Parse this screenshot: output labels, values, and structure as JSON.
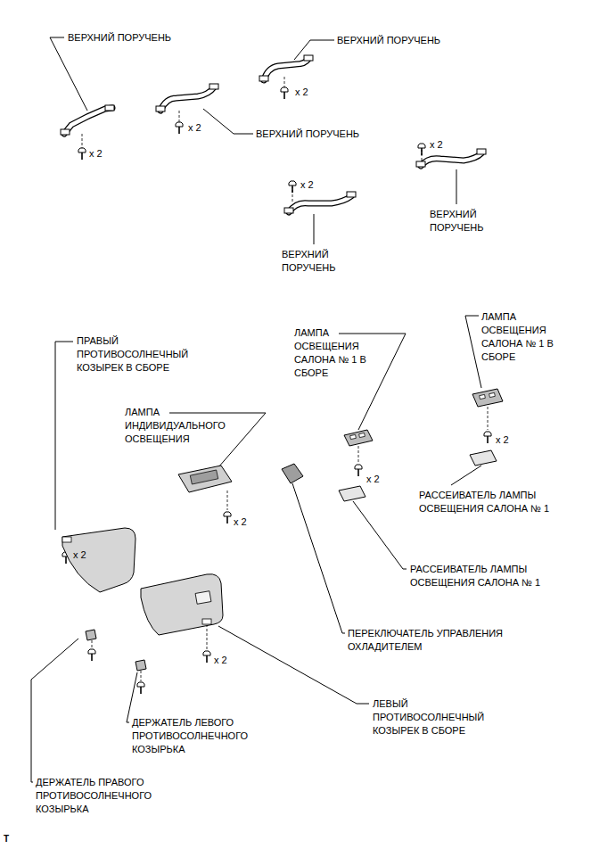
{
  "diagram": {
    "labels": [
      "ВЕРХНИЙ ПОРУЧЕНЬ",
      "ВЕРХНИЙ ПОРУЧЕНЬ",
      "x 2",
      "x 2",
      "x 2",
      "ВЕРХНИЙ ПОРУЧЕНЬ",
      "x 2",
      "x 2",
      "ВЕРХНИЙ ПОРУЧЕНЬ",
      "ВЕРХНИЙ ПОРУЧЕНЬ",
      "ЛАМПА ОСВЕЩЕНИЯ САЛОНА № 1 В СБОРЕ",
      "ЛАМПА ОСВЕЩЕНИЯ САЛОНА № 1 В СБОРЕ",
      "ПРАВЫЙ ПРОТИВОСОЛНЕЧНЫЙ КОЗЫРЕК В СБОРЕ",
      "ЛАМПА ИНДИВИДУАЛЬНОГО ОСВЕЩЕНИЯ",
      "x 2",
      "x 2",
      "РАССЕИВАТЕЛЬ ЛАМПЫ ОСВЕЩЕНИЯ САЛОНА № 1",
      "x 2",
      "x 2",
      "РАССЕИВАТЕЛЬ ЛАМПЫ ОСВЕЩЕНИЯ САЛОНА № 1",
      "x 2",
      "ПЕРЕКЛЮЧАТЕЛЬ УПРАВЛЕНИЯ ОХЛАДИТЕЛЕМ",
      "ЛЕВЫЙ ПРОТИВОСОЛНЕЧНЫЙ КОЗЫРЕК В СБОРЕ",
      "ДЕРЖАТЕЛЬ ЛЕВОГО ПРОТИВОСОЛНЕЧНОГО КОЗЫРЬКА",
      "ДЕРЖАТЕЛЬ ПРАВОГО ПРОТИВОСОЛНЕЧНОГО КОЗЫРЬКА",
      "T"
    ]
  }
}
